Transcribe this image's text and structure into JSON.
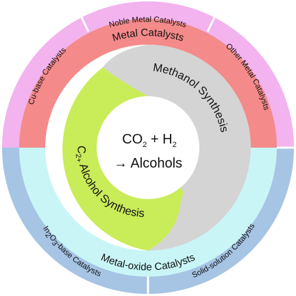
{
  "center": {
    "line1_base": "CO",
    "line1_sub": "2",
    "line1_rest": " + H",
    "line1_sub2": "2",
    "line2": "→ Alcohols"
  },
  "inner": {
    "methanol": "Methanol Synthesis",
    "c2_base": "C",
    "c2_sub": "2+",
    "c2_rest": " Alcohol Synthesis"
  },
  "middle": {
    "metal": "Metal Catalysts",
    "metal_oxide": "Metal-oxide Catalysts"
  },
  "outer": {
    "noble": "Noble Metal Catalysts",
    "cu": "Cu-base Catalysts",
    "other_metal": "Other Metal Catalysts",
    "in2o3_pre": "In",
    "in2o3_sub1": "2",
    "in2o3_mid": "O",
    "in2o3_sub2": "3",
    "in2o3_post": "-base Catalysts",
    "solid": "Solid-solution Catalysts"
  },
  "colors": {
    "pink": "#f2b3ee",
    "red": "#f48a8a",
    "blue": "#a6c4e4",
    "cyan": "#c9f5f7",
    "gray": "#d4d4d4",
    "lime": "#c9ec59",
    "white": "#ffffff"
  }
}
